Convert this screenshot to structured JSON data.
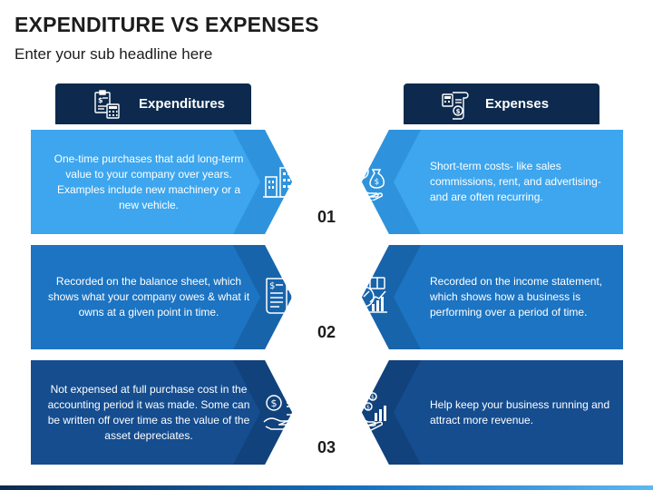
{
  "title": "EXPENDITURE VS EXPENSES",
  "subtitle": "Enter your sub headline here",
  "headers": {
    "left": {
      "label": "Expenditures",
      "icon": "clipboard-calculator-icon"
    },
    "right": {
      "label": "Expenses",
      "icon": "receipt-calculator-icon"
    }
  },
  "rows": [
    {
      "number": "01",
      "left_text": "One-time purchases that add long-term value to your company over years. Examples include new machinery or a new vehicle.",
      "right_text": "Short-term costs- like sales commissions, rent, and advertising- and are often recurring.",
      "left_icon": "buildings-icon",
      "right_icon": "percent-money-bag-hand-icon",
      "color": "#3da6ee"
    },
    {
      "number": "02",
      "left_text": "Recorded on the balance sheet, which shows what your company owes & what it owns at a given point in time.",
      "right_text": "Recorded on the income statement, which shows how a business is performing over a period of time.",
      "left_icon": "document-dollar-icon",
      "right_icon": "gauge-chart-icon",
      "color": "#1c74c2"
    },
    {
      "number": "03",
      "left_text": "Not expensed at full purchase cost in the accounting period it was made. Some can be written off over time as the value of the asset depreciates.",
      "right_text": "Help keep your business running and attract more revenue.",
      "left_icon": "hand-dollar-receipt-icon",
      "right_icon": "coins-hand-chart-icon",
      "color": "#154d8f"
    }
  ]
}
